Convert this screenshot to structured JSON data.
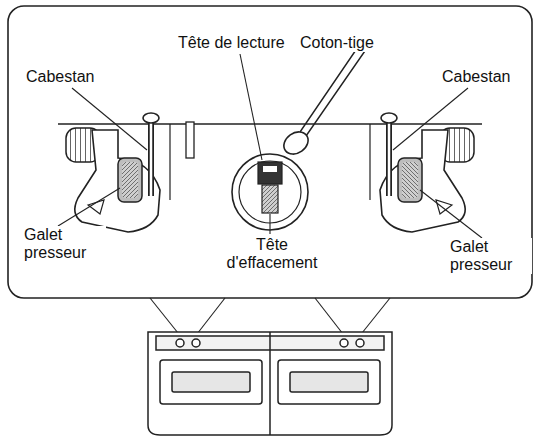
{
  "diagram": {
    "labels": [
      "Tête de lecture",
      "Coton-tige",
      "Cabestan",
      "Cabestan",
      "Galet presseur",
      "Tête d'effacement",
      "Galet presseur"
    ]
  }
}
